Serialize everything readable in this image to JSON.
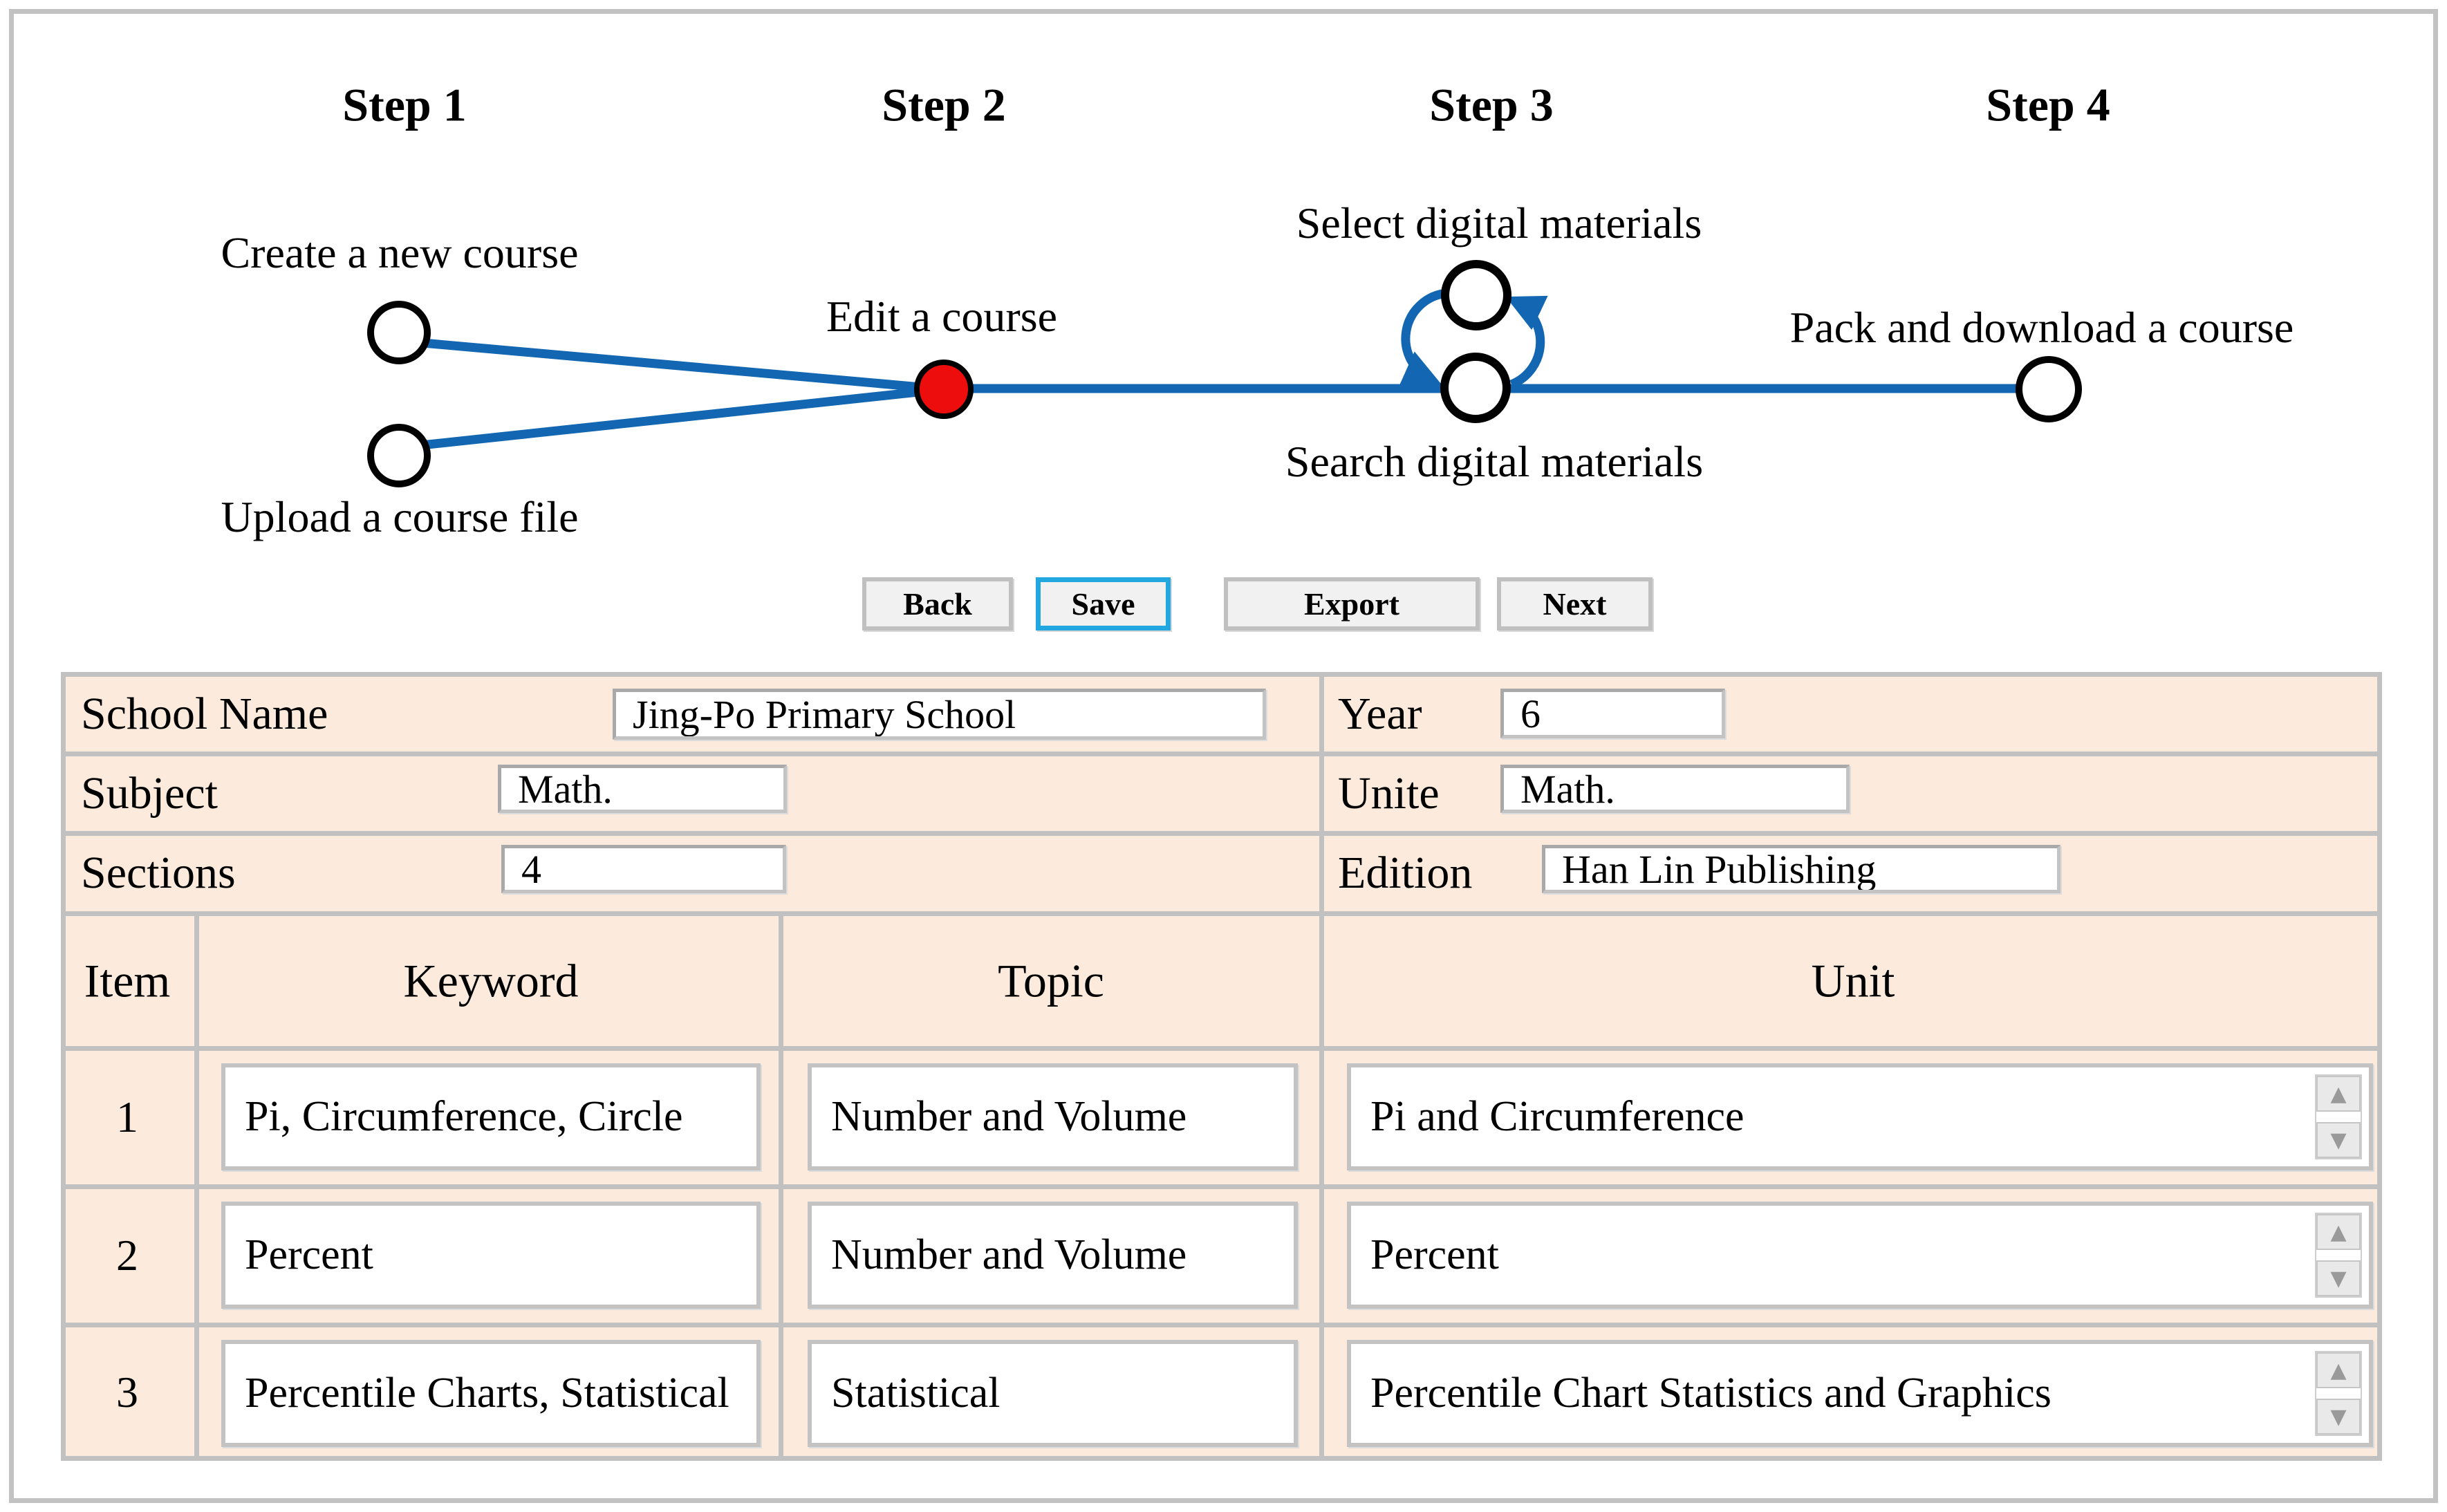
{
  "workflow": {
    "step_labels": [
      "Step 1",
      "Step 2",
      "Step 3",
      "Step 4"
    ],
    "nodes": {
      "create": "Create a new course",
      "upload": "Upload a course file",
      "edit": "Edit a course",
      "select": "Select digital materials",
      "search": "Search digital materials",
      "pack": "Pack and download a course"
    }
  },
  "toolbar": {
    "back_label": "Back",
    "save_label": "Save",
    "export_label": "Export",
    "next_label": "Next"
  },
  "form": {
    "school_name": {
      "label": "School Name",
      "value": "Jing-Po Primary School"
    },
    "year": {
      "label": "Year",
      "value": "6"
    },
    "subject": {
      "label": "Subject",
      "value": "Math."
    },
    "unite": {
      "label": "Unite",
      "value": "Math."
    },
    "sections": {
      "label": "Sections",
      "value": "4"
    },
    "edition": {
      "label": "Edition",
      "value": "Han Lin Publishing"
    }
  },
  "table": {
    "headers": {
      "item": "Item",
      "keyword": "Keyword",
      "topic": "Topic",
      "unit": "Unit"
    },
    "rows": [
      {
        "item": "1",
        "keyword": "Pi, Circumference, Circle",
        "topic": "Number and Volume",
        "unit": "Pi and Circumference"
      },
      {
        "item": "2",
        "keyword": "Percent",
        "topic": "Number and Volume",
        "unit": "Percent"
      },
      {
        "item": "3",
        "keyword": "Percentile Charts, Statistical",
        "topic": "Statistical",
        "unit": "Percentile Chart Statistics and Graphics"
      }
    ]
  },
  "scrollbar": {
    "up_glyph": "▲",
    "down_glyph": "▼"
  },
  "colors": {
    "flow_blue": "#1266B2",
    "active_node_red": "#ee0d0d",
    "save_border_cyan": "#22a7e0",
    "panel_peach": "#fceadc",
    "divider_gray": "#c1c1c1"
  }
}
